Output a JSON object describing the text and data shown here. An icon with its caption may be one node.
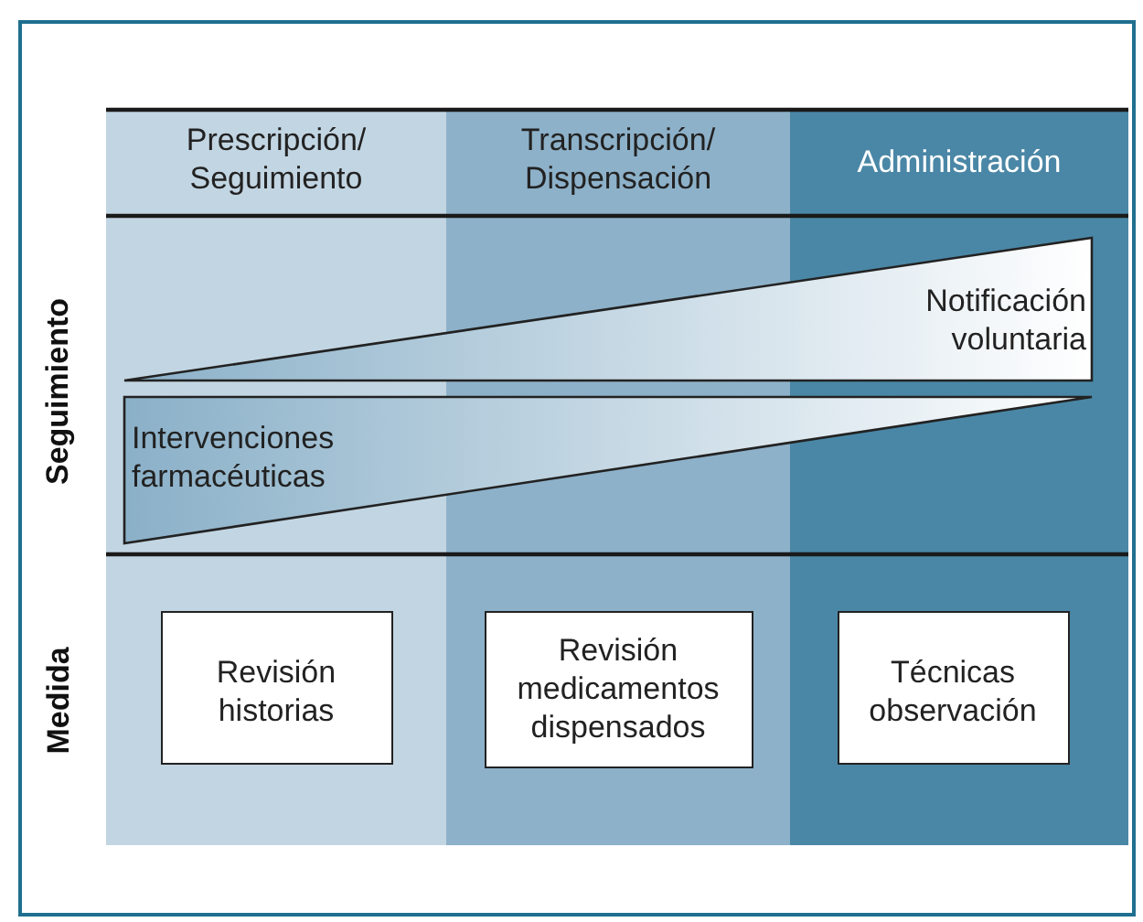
{
  "diagram": {
    "nodes": [
      {
        "text": [
          "Prescripción/ Seguimiento"
        ]
      },
      {
        "text": [
          "Transcripción/ Dispensación"
        ]
      },
      {
        "text": [
          "Administración"
        ]
      },
      {
        "text": [
          "Notificación voluntaria"
        ]
      },
      {
        "text": [
          "Intervenciones farmacéuticas"
        ]
      },
      {
        "text": [
          "Revisión historias"
        ],
        "in": 0
      },
      {
        "text": [
          "Revisión medicamentos dispensados"
        ],
        "in": 1
      },
      {
        "text": [
          "Técnicas observación"
        ],
        "in": 2
      }
    ],
    "labels": [
      "Seguimiento",
      "Medida"
    ]
  }
}
